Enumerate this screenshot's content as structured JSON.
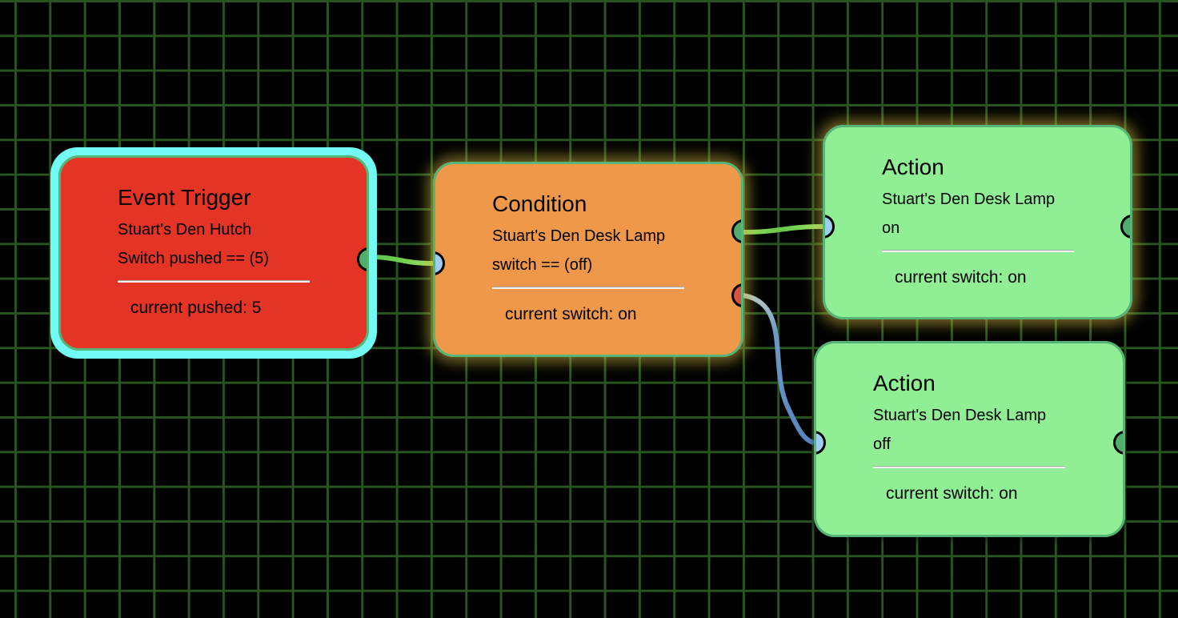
{
  "canvas": {
    "background": "#000000",
    "grid_color": "#2b5a22"
  },
  "colors": {
    "event_trigger": "#e33426",
    "condition": "#ef984a",
    "action": "#90ef94",
    "node_border": "#55b477",
    "selected_outline": "#72fbf4",
    "port_input": "#9fcdf1",
    "port_output": "#52ad6c",
    "port_false": "#d95140",
    "wire_true": "#6fd04e",
    "wire_false": "#5b8dc3"
  },
  "nodes": [
    {
      "id": "event-trigger",
      "type": "Event Trigger",
      "selected": true,
      "title": "Event Trigger",
      "device": "Stuart's Den Hutch",
      "detail": "Switch pushed == (5)",
      "current": "current pushed: 5"
    },
    {
      "id": "condition",
      "type": "Condition",
      "selected": false,
      "title": "Condition",
      "device": "Stuart's Den Desk Lamp",
      "detail": "switch == (off)",
      "current": "current switch: on"
    },
    {
      "id": "action-on",
      "type": "Action",
      "selected": false,
      "title": "Action",
      "device": "Stuart's Den Desk Lamp",
      "detail": "on",
      "current": "current switch: on"
    },
    {
      "id": "action-off",
      "type": "Action",
      "selected": false,
      "title": "Action",
      "device": "Stuart's Den Desk Lamp",
      "detail": "off",
      "current": "current switch: on"
    }
  ],
  "connections": [
    {
      "from": "event-trigger.out",
      "to": "condition.in",
      "kind": "true"
    },
    {
      "from": "condition.true",
      "to": "action-on.in",
      "kind": "true"
    },
    {
      "from": "condition.false",
      "to": "action-off.in",
      "kind": "false"
    }
  ]
}
